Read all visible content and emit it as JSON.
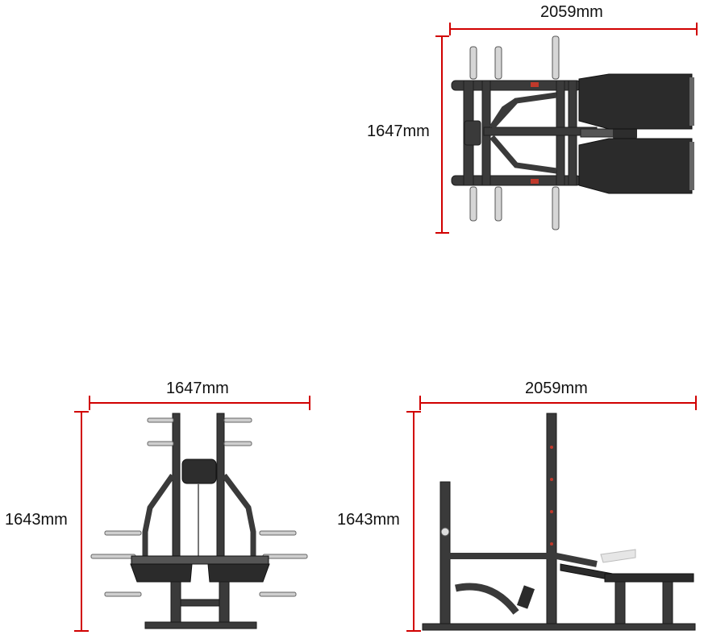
{
  "views": {
    "top": {
      "width_label": "2059mm",
      "depth_label": "1647mm"
    },
    "front": {
      "width_label": "1647mm",
      "height_label": "1643mm"
    },
    "side": {
      "width_label": "2059mm",
      "height_label": "1643mm"
    }
  },
  "colors": {
    "dimension_line": "#d10000",
    "frame": "#3a3a3a",
    "frame_dark": "#222222",
    "pad": "#2b2b2b",
    "accent": "#c0392b",
    "chrome": "#c8c8c8"
  }
}
